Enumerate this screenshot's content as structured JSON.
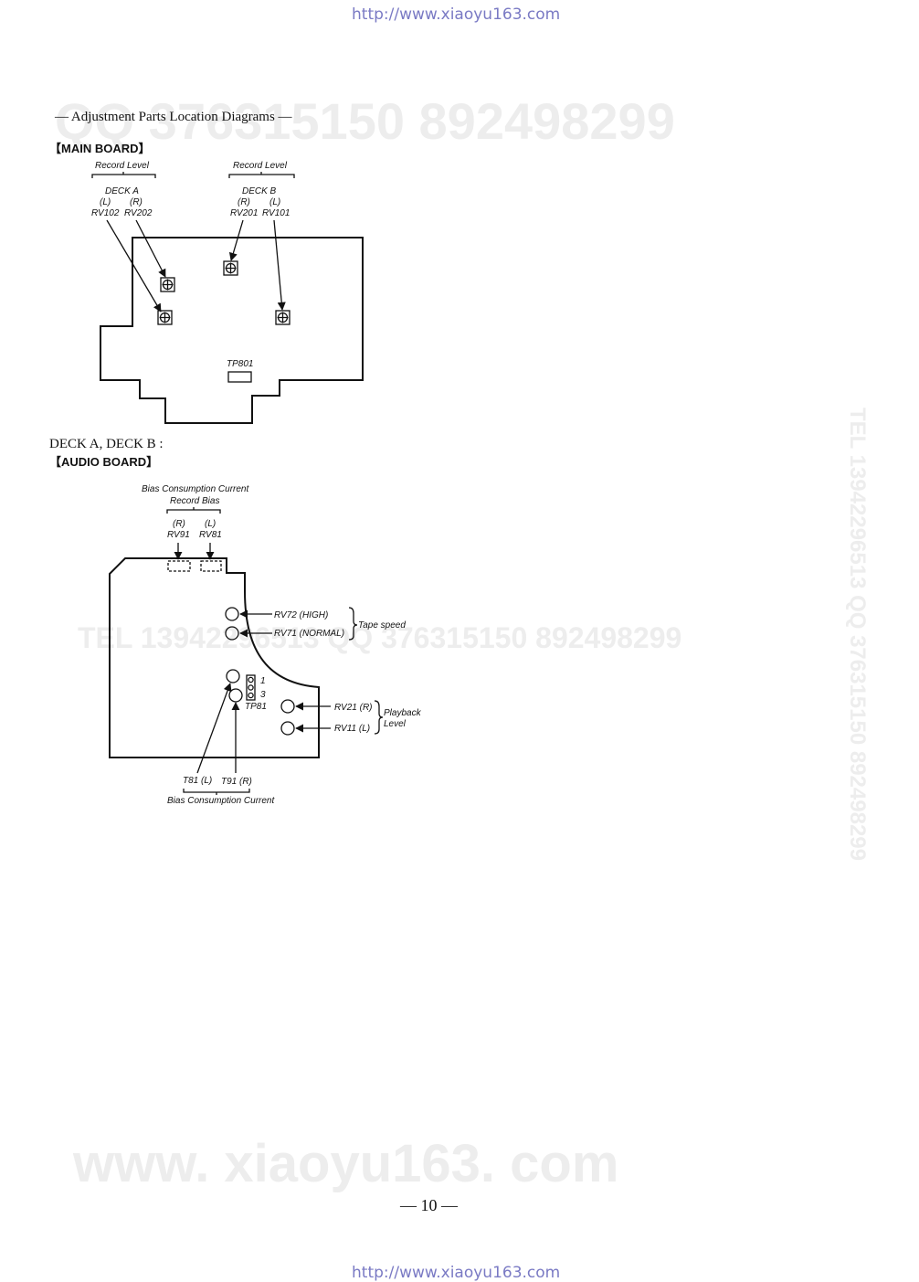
{
  "header_url": "http://www.xiaoyu163.com",
  "footer_url": "http://www.xiaoyu163.com",
  "page_number": "— 10 —",
  "heading": "— Adjustment Parts Location Diagrams —",
  "watermarks": {
    "top": "QQ 376315150   892498299",
    "middle": "TEL 13942296513      QQ 376315150  892498299",
    "side": "TEL 13942296513  QQ 376315150  892498299",
    "bottom": "www. xiaoyu163. com"
  },
  "main_board": {
    "title": "【MAIN BOARD】",
    "deck_a": {
      "group": "Record Level",
      "deck": "DECK A",
      "ch_l": "(L)",
      "ch_r": "(R)",
      "part_l": "RV102",
      "part_r": "RV202"
    },
    "deck_b": {
      "group": "Record Level",
      "deck": "DECK B",
      "ch_r": "(R)",
      "ch_l": "(L)",
      "part_r": "RV201",
      "part_l": "RV101"
    },
    "test_point": "TP801"
  },
  "audio_board": {
    "deck_label": "DECK A, DECK B :",
    "title": "【AUDIO BOARD】",
    "top_group_1": "Bias Consumption Current",
    "top_group_2": "Record Bias",
    "ch_r": "(R)",
    "ch_l": "(L)",
    "part_r": "RV91",
    "part_l": "RV81",
    "rv72": "RV72 (HIGH)",
    "rv71": "RV71 (NORMAL)",
    "tape_speed": "Tape speed",
    "pin_1": "1",
    "pin_3": "3",
    "tp81": "TP81",
    "rv21": "RV21 (R)",
    "rv11": "RV11 (L)",
    "playback_1": "Playback",
    "playback_2": "Level",
    "t81": "T81 (L)",
    "t91": "T91 (R)",
    "bottom_group": "Bias Consumption Current"
  }
}
